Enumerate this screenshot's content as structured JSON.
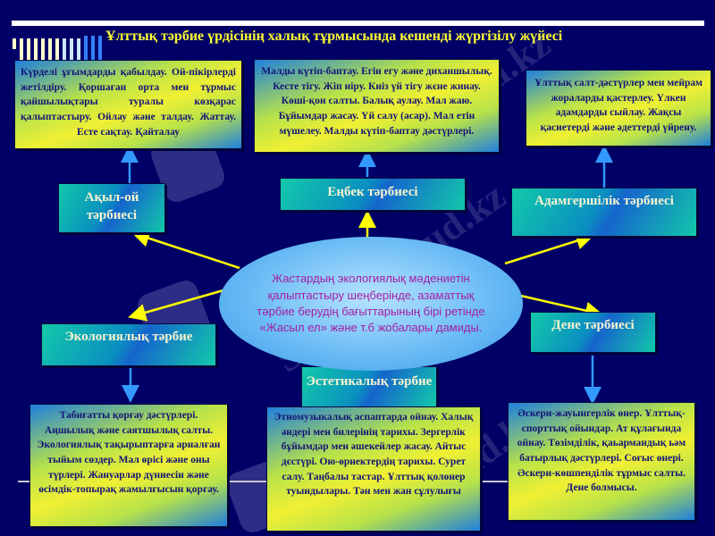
{
  "title": "Ұлттық тәрбие үрдісінің халық тұрмысында кешенді жүргізілу жүйесі",
  "center": {
    "text": "Жастардың экологиялық мәдениетін қалыптастыру шеңберінде, азаматтық тәрбие берудің бағыттарының бірі ретінде «Жасыл ел» және т.б жобалары дамиды."
  },
  "categories": {
    "mental": {
      "label": "Ақыл-ой тәрбиесі",
      "description": "Күрделі ұғымдарды қабылдау. Ой-пікірлерді жетілдіру. Қоршаған орта мен тұрмыс қайшылықтары туралы көзқарас қалыптастыру. Ойлау және талдау. Жаттау. Есте сақтау. Қайталау"
    },
    "labor": {
      "label": "Еңбек тәрбиесі",
      "description": "Малды күтіп-баптау. Егін егу және диханшылық. Кесте тігу. Жіп иіру. Киіз үй тігу жєне жинау. Көші-қон салты. Балық аулау. Мал жаю. Бұйымдар жасау. Үй салу (асар). Мал етін мүшелеу. Малды күтіп-баптау дәстүрлері."
    },
    "moral": {
      "label": "Адамгершілік тәрбиесі",
      "description": "Ұлттық салт-дәстүрлер мен мейрам жораларды қастерлеу. Үлкен адамдарды сыйлау. Жақсы қасиетерді және әдеттерді үйрену."
    },
    "ecological": {
      "label": "Экологиялық тәрбие",
      "description": "Табиғатты қорғау дәстүрлері. Аңшылық және саятшылық салты. Экологиялық тақырыптарға арналған тыйым сөздер. Мал өрісі және оны түрлері. Жануарлар дүниесін және өсімдік-топырақ жамылғысын қорғау."
    },
    "aesthetic": {
      "label": "Эстетикалық тәрбие",
      "description": "Этномузыкалық аспаптарда ойнау. Халық әндері мен билерінің тарихы. Зергерлік бұйымдар мен әшекейлер жасау. Айтыс дєстүрі. Ою-өрнектердің тарихы. Сурет салу. Таңбалы тастар. Ұлттық қолөнер туындылары. Тән мен жан сұлулығы"
    },
    "physical": {
      "label": "Дене тәрбиесі",
      "description": "Әскери-жауынгерлік өнер. Ұлттық-спорттық ойындар. Ат құлағында ойнау. Төзімділік, қаьармандық ьәм батырлық дәстүрлері. Соғыс өнері. Әскери-көшпенділік тұрмыс салты. Дене болмысы."
    }
  },
  "colors": {
    "background": "#000066",
    "title": "#ffff33",
    "box_text": "#141478",
    "label_text": "#f7f3d0",
    "center_text": "#a31ea3",
    "arrow_yellow": "#ffff00",
    "arrow_blue": "#3399ff"
  },
  "watermark": "Stud.kz"
}
